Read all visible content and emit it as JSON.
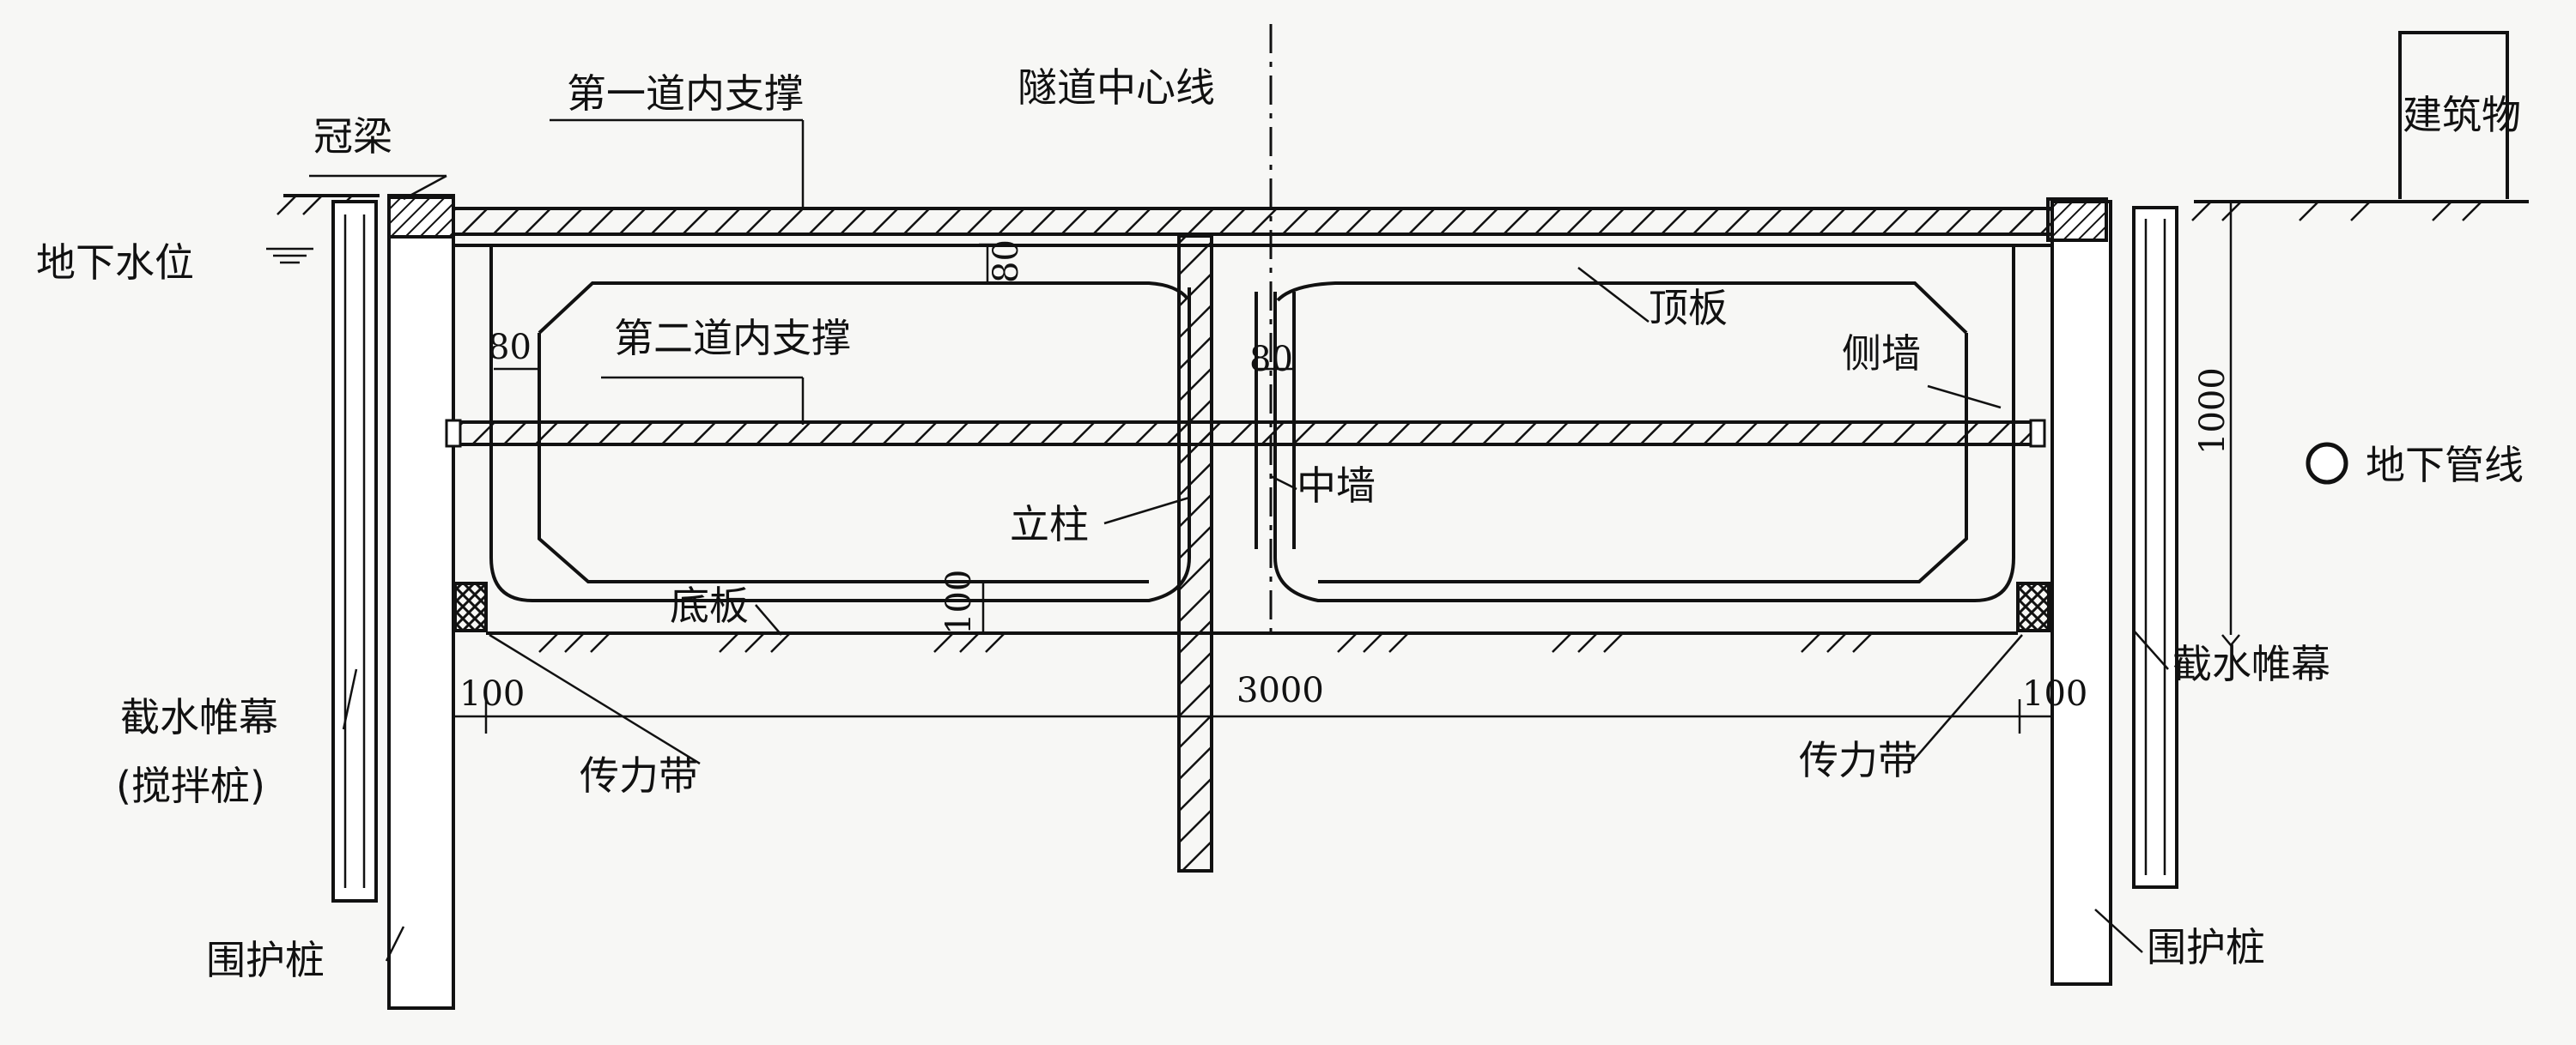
{
  "labels": {
    "crown_beam": "冠梁",
    "first_strut": "第一道内支撑",
    "tunnel_centerline": "隧道中心线",
    "building": "建筑物",
    "groundwater": "地下水位",
    "second_strut": "第二道内支撑",
    "top_slab": "顶板",
    "side_wall": "侧墙",
    "underground_pipe": "地下管线",
    "middle_wall": "中墙",
    "column": "立柱",
    "bottom_slab": "底板",
    "cutoff_curtain_left": "截水帷幕",
    "cutoff_curtain_left_note": "(搅拌桩)",
    "cutoff_curtain_right": "截水帷幕",
    "force_band_left": "传力带",
    "force_band_right": "传力带",
    "retaining_pile_left": "围护桩",
    "retaining_pile_right": "围护桩"
  },
  "dimensions": {
    "top_slab_thickness": "80",
    "side_wall_thickness": "80",
    "middle_wall_thickness": "80",
    "bottom_slab_thickness": "100",
    "left_gap": "100",
    "right_gap": "100",
    "span_width": "3000",
    "depth": "1000"
  },
  "colors": {
    "line": "#111111",
    "background": "#f7f7f5"
  }
}
